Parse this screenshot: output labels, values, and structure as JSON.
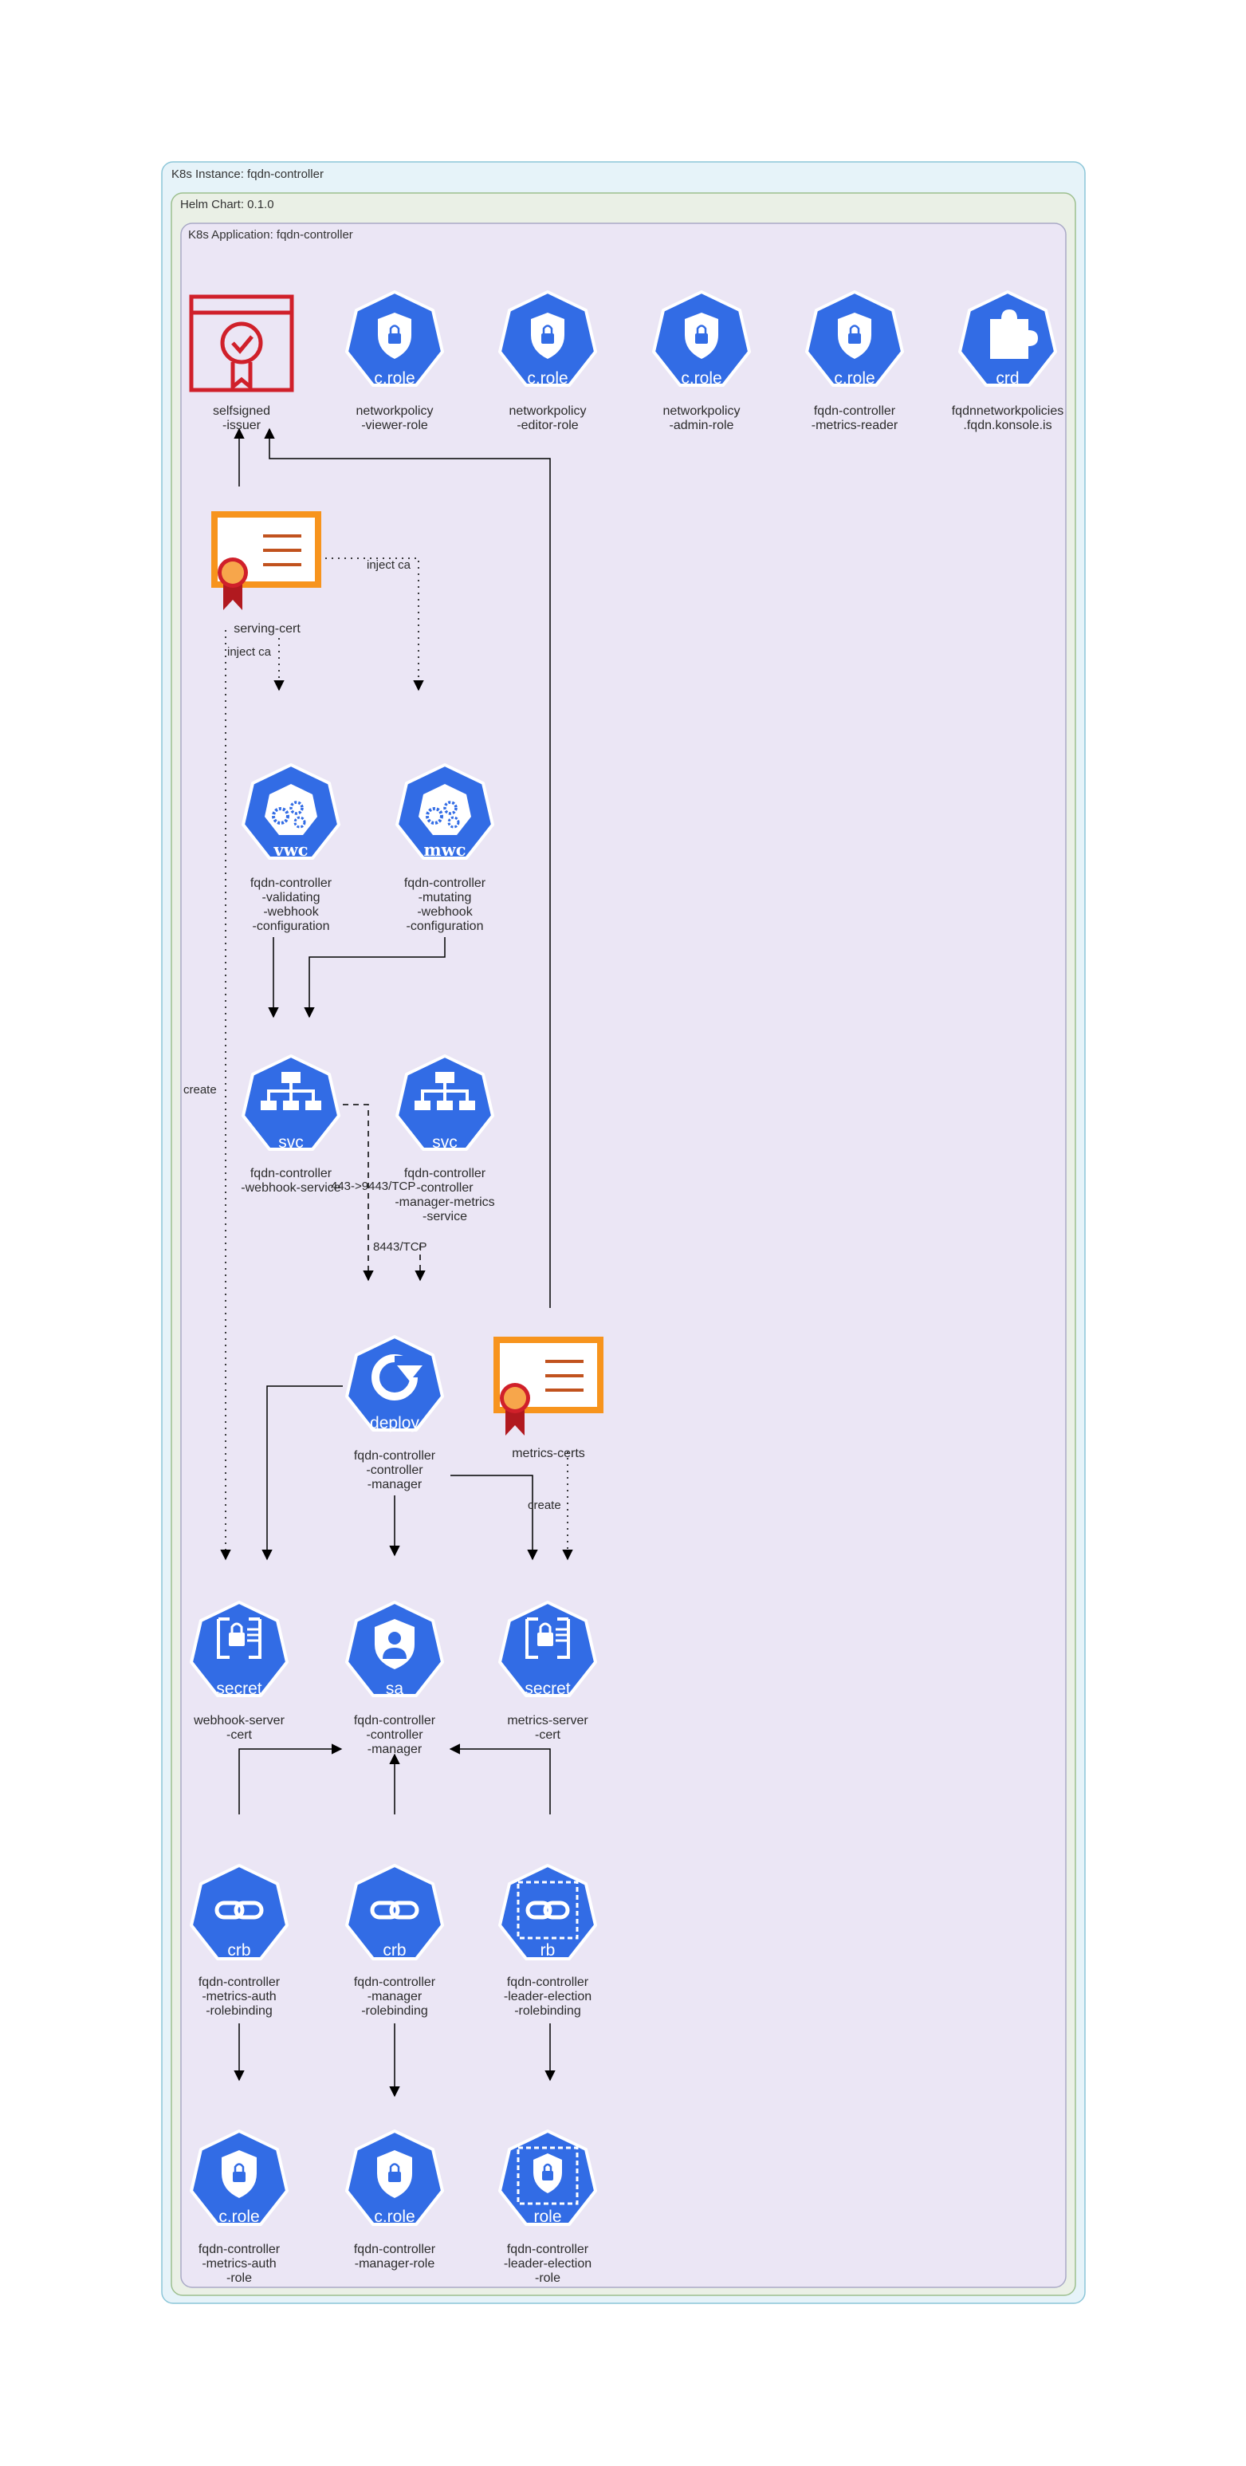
{
  "clusters": {
    "instance": "K8s Instance: fqdn-controller",
    "chart": "Helm Chart: 0.1.0",
    "application": "K8s Application: fqdn-controller"
  },
  "colors": {
    "k8s_blue": "#326ce5",
    "cert_orange": "#f7941d",
    "issuer_red": "#d0202a",
    "instance_bg": "#e6f3f9",
    "instance_border": "#8cc6d8",
    "chart_bg": "#eaf0e6",
    "chart_border": "#9cbf8e",
    "app_bg": "#ebe6f5",
    "app_border": "#a9a9c6"
  },
  "nodes": {
    "issuer": {
      "icon": "issuer-icon",
      "badge": "",
      "label": [
        "selfsigned",
        "-issuer"
      ]
    },
    "cr_viewer": {
      "icon": "cluster-role-icon",
      "badge": "c.role",
      "label": [
        "networkpolicy",
        "-viewer-role"
      ]
    },
    "cr_editor": {
      "icon": "cluster-role-icon",
      "badge": "c.role",
      "label": [
        "networkpolicy",
        "-editor-role"
      ]
    },
    "cr_admin": {
      "icon": "cluster-role-icon",
      "badge": "c.role",
      "label": [
        "networkpolicy",
        "-admin-role"
      ]
    },
    "cr_metrics": {
      "icon": "cluster-role-icon",
      "badge": "c.role",
      "label": [
        "fqdn-controller",
        "-metrics-reader"
      ]
    },
    "crd": {
      "icon": "crd-icon",
      "badge": "crd",
      "label": [
        "fqdnnetworkpolicies",
        ".fqdn.konsole.is"
      ]
    },
    "serving_cert": {
      "icon": "certificate-icon",
      "badge": "",
      "label": [
        "serving-cert"
      ]
    },
    "vwc": {
      "icon": "vwc-icon",
      "badge": "vwc",
      "label": [
        "fqdn-controller",
        "-validating",
        "-webhook",
        "-configuration"
      ]
    },
    "mwc": {
      "icon": "mwc-icon",
      "badge": "mwc",
      "label": [
        "fqdn-controller",
        "-mutating",
        "-webhook",
        "-configuration"
      ]
    },
    "svc_webhook": {
      "icon": "service-icon",
      "badge": "svc",
      "label": [
        "fqdn-controller",
        "-webhook-service"
      ]
    },
    "svc_metrics": {
      "icon": "service-icon",
      "badge": "svc",
      "label": [
        "fqdn-controller",
        "-controller",
        "-manager-metrics",
        "-service"
      ]
    },
    "deploy": {
      "icon": "deployment-icon",
      "badge": "deploy",
      "label": [
        "fqdn-controller",
        "-controller",
        "-manager"
      ]
    },
    "metrics_cert": {
      "icon": "certificate-icon",
      "badge": "",
      "label": [
        "metrics-certs"
      ]
    },
    "sec_webhook": {
      "icon": "secret-icon",
      "badge": "secret",
      "label": [
        "webhook-server",
        "-cert"
      ]
    },
    "sa": {
      "icon": "service-account-icon",
      "badge": "sa",
      "label": [
        "fqdn-controller",
        "-controller",
        "-manager"
      ]
    },
    "sec_metrics": {
      "icon": "secret-icon",
      "badge": "secret",
      "label": [
        "metrics-server",
        "-cert"
      ]
    },
    "crb_auth": {
      "icon": "crb-icon",
      "badge": "crb",
      "label": [
        "fqdn-controller",
        "-metrics-auth",
        "-rolebinding"
      ]
    },
    "crb_manager": {
      "icon": "crb-icon",
      "badge": "crb",
      "label": [
        "fqdn-controller",
        "-manager",
        "-rolebinding"
      ]
    },
    "rb_leader": {
      "icon": "rb-icon",
      "badge": "rb",
      "label": [
        "fqdn-controller",
        "-leader-election",
        "-rolebinding"
      ]
    },
    "cr_auth": {
      "icon": "cluster-role-icon",
      "badge": "c.role",
      "label": [
        "fqdn-controller",
        "-metrics-auth",
        "-role"
      ]
    },
    "cr_manager": {
      "icon": "cluster-role-icon",
      "badge": "c.role",
      "label": [
        "fqdn-controller",
        "-manager-role"
      ]
    },
    "role_leader": {
      "icon": "role-icon",
      "badge": "role",
      "label": [
        "fqdn-controller",
        "-leader-election",
        "-role"
      ]
    }
  },
  "edge_labels": {
    "inject_ca_1": "inject ca",
    "inject_ca_2": "inject ca",
    "create_webhook_secret": "create",
    "create_metrics_secret": "create",
    "port_webhook": "443->9443/TCP",
    "port_metrics": "8443/TCP"
  }
}
